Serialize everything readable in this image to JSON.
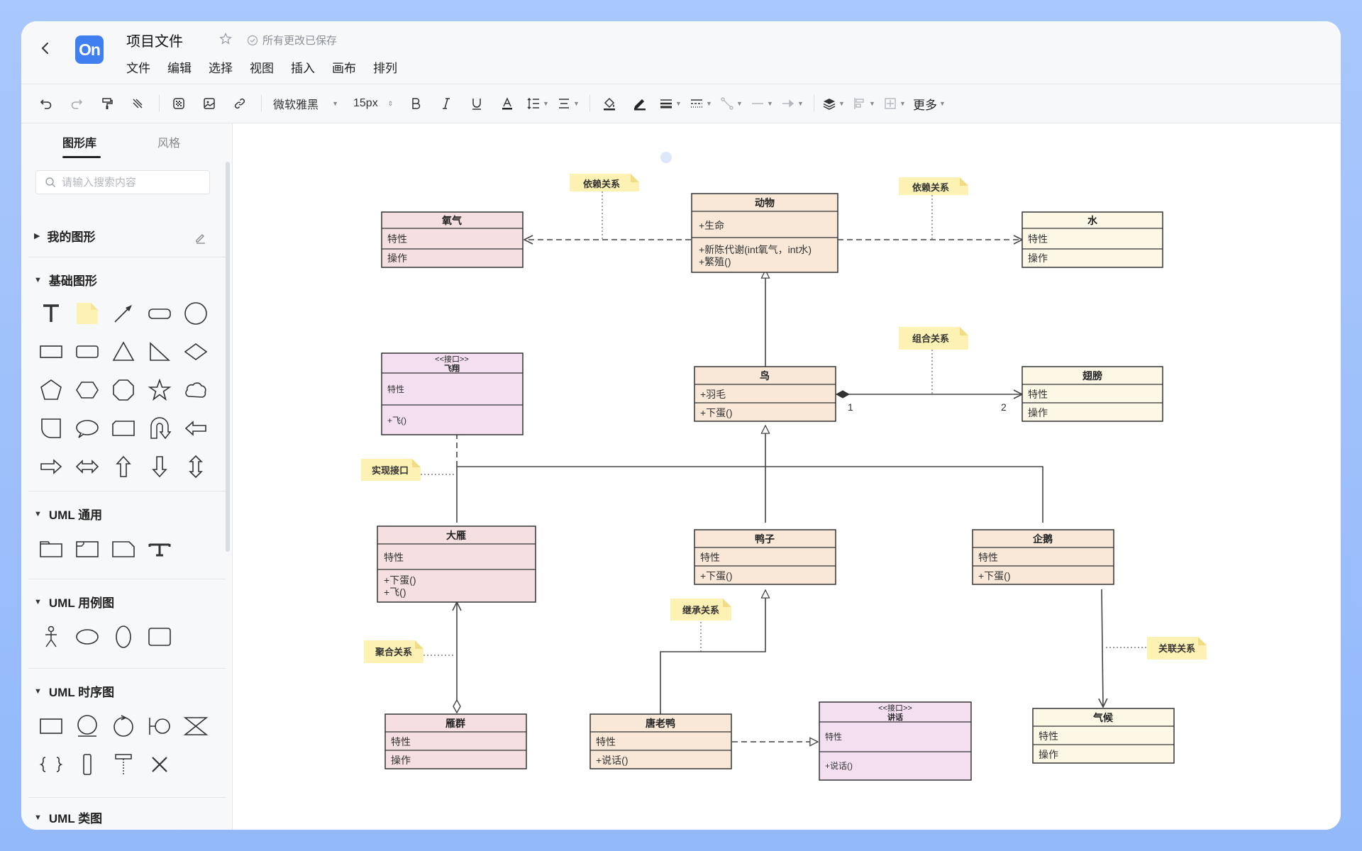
{
  "header": {
    "title": "项目文件",
    "save_status": "所有更改已保存",
    "logo_text": "On",
    "menu": [
      "文件",
      "编辑",
      "选择",
      "视图",
      "插入",
      "画布",
      "排列"
    ]
  },
  "toolbar": {
    "font_family": "微软雅黑",
    "font_size": "15px",
    "more_label": "更多"
  },
  "sidebar": {
    "tabs": [
      "图形库",
      "风格"
    ],
    "search_placeholder": "请输入搜索内容",
    "sections": {
      "my_shapes": "我的图形",
      "basic": "基础图形",
      "uml_general": "UML 通用",
      "uml_usecase": "UML 用例图",
      "uml_sequence": "UML 时序图",
      "uml_class": "UML 类图"
    }
  },
  "diagram": {
    "classes": {
      "oxygen": {
        "name": "氧气",
        "attr": "特性",
        "op": "操作"
      },
      "animal": {
        "name": "动物",
        "attr": "+生命",
        "op1": "+新陈代谢(int氧气，int水)",
        "op2": "+繁殖()"
      },
      "water": {
        "name": "水",
        "attr": "特性",
        "op": "操作"
      },
      "fly": {
        "stereotype": "<<接口>>",
        "name": "飞翔",
        "attr": "特性",
        "op": "+飞()"
      },
      "bird": {
        "name": "鸟",
        "attr": "+羽毛",
        "op": "+下蛋()"
      },
      "wing": {
        "name": "翅膀",
        "attr": "特性",
        "op": "操作"
      },
      "goose": {
        "name": "大雁",
        "attr": "特性",
        "op1": "+下蛋()",
        "op2": "+飞()"
      },
      "duck": {
        "name": "鸭子",
        "attr": "特性",
        "op": "+下蛋()"
      },
      "penguin": {
        "name": "企鹅",
        "attr": "特性",
        "op": "+下蛋()"
      },
      "flock": {
        "name": "雁群",
        "attr": "特性",
        "op": "操作"
      },
      "donald": {
        "name": "唐老鸭",
        "attr": "特性",
        "op": "+说话()"
      },
      "speak": {
        "stereotype": "<<接口>>",
        "name": "讲话",
        "attr": "特性",
        "op": "+说话()"
      },
      "climate": {
        "name": "气候",
        "attr": "特性",
        "op": "操作"
      }
    },
    "notes": {
      "dep1": "依赖关系",
      "dep2": "依赖关系",
      "composition": "组合关系",
      "realization": "实现接口",
      "aggregation": "聚合关系",
      "inheritance": "继承关系",
      "association": "关联关系"
    },
    "multiplicity": {
      "left": "1",
      "right": "2"
    }
  },
  "colors": {
    "accent": "#3f7ff0",
    "pink": "#f5dfe0",
    "peach": "#f9e8d8",
    "cream": "#fdf8e6",
    "lavender": "#f3dff0",
    "note": "#fdf1b4"
  }
}
